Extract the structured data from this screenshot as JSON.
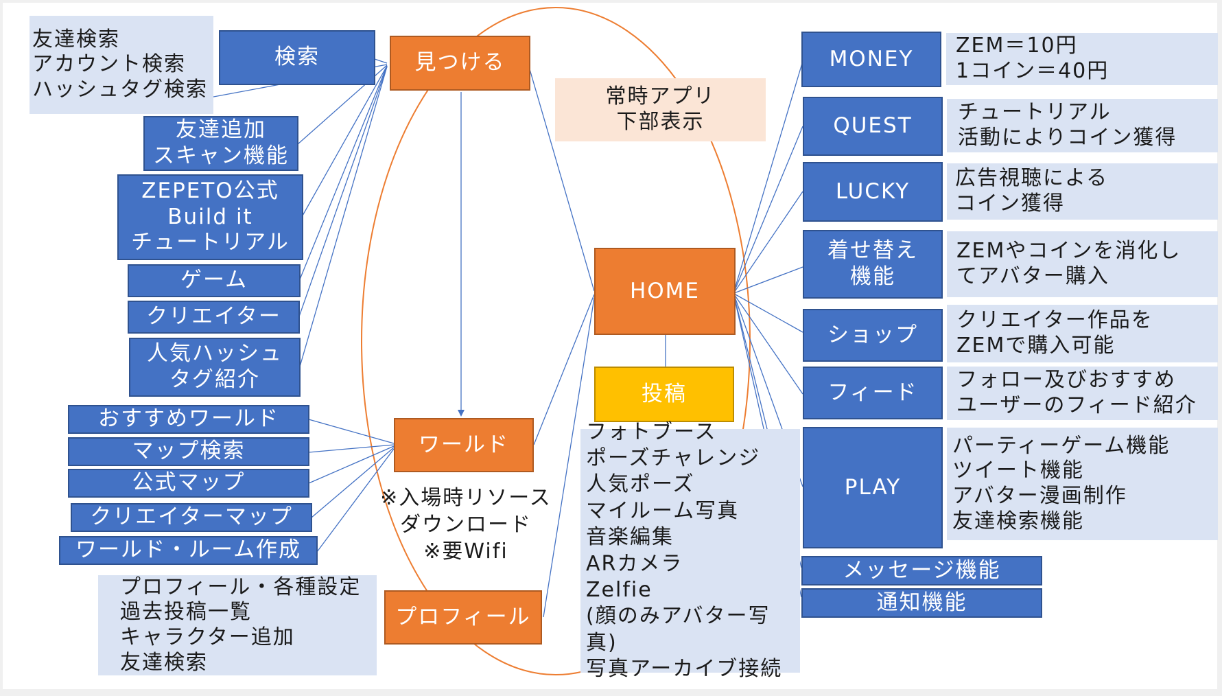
{
  "diagram": {
    "hub": {
      "find": "見つける",
      "world": "ワールド",
      "profile": "プロフィール",
      "home": "HOME",
      "post": "投稿"
    },
    "always_note": "常時アプリ\n下部表示",
    "world_note": "※入場時リソース\nダウンロード\n※要Wifi",
    "find_children": {
      "search": "検索",
      "search_desc": "友達検索\nアカウント検索\nハッシュタグ検索",
      "friend_add": "友達追加\nスキャン機能",
      "zepeto_official": "ZEPETO公式\nBuild it\nチュートリアル",
      "game": "ゲーム",
      "creator": "クリエイター",
      "popular_hashtag": "人気ハッシュ\nタグ紹介"
    },
    "world_children": {
      "recommended_world": "おすすめワールド",
      "map_search": "マップ検索",
      "official_map": "公式マップ",
      "creator_map": "クリエイターマップ",
      "world_room_create": "ワールド・ルーム作成"
    },
    "profile_desc": "プロフィール・各種設定\n過去投稿一覧\nキャラクター追加\n友達検索",
    "post_desc": "フォトブース\nポーズチャレンジ\n人気ポーズ\nマイルーム写真\n音楽編集\nARカメラ\nZelfie\n(顔のみアバター写真)\n写真アーカイブ接続",
    "home_children": {
      "money": "MONEY",
      "money_desc": "ZEM＝10円\n1コイン＝40円",
      "quest": "QUEST",
      "quest_desc": "チュートリアル\n活動によりコイン獲得",
      "lucky": "LUCKY",
      "lucky_desc": "広告視聴による\nコイン獲得",
      "dressup": "着せ替え\n機能",
      "dressup_desc": "ZEMやコインを消化し\nてアバター購入",
      "shop": "ショップ",
      "shop_desc": "クリエイター作品を\nZEMで購入可能",
      "feed": "フィード",
      "feed_desc": "フォロー及びおすすめ\nユーザーのフィード紹介",
      "play": "PLAY",
      "play_desc": "パーティーゲーム機能\nツイート機能\nアバター漫画制作\n友達検索機能",
      "message": "メッセージ機能",
      "notification": "通知機能"
    },
    "colors": {
      "blue": "#4472c4",
      "orange": "#ed7d31",
      "gold": "#ffc000",
      "pale_blue": "#dae3f3",
      "peach": "#fbe5d6",
      "connector": "#4472c4",
      "ellipse": "#ed7d31"
    }
  }
}
